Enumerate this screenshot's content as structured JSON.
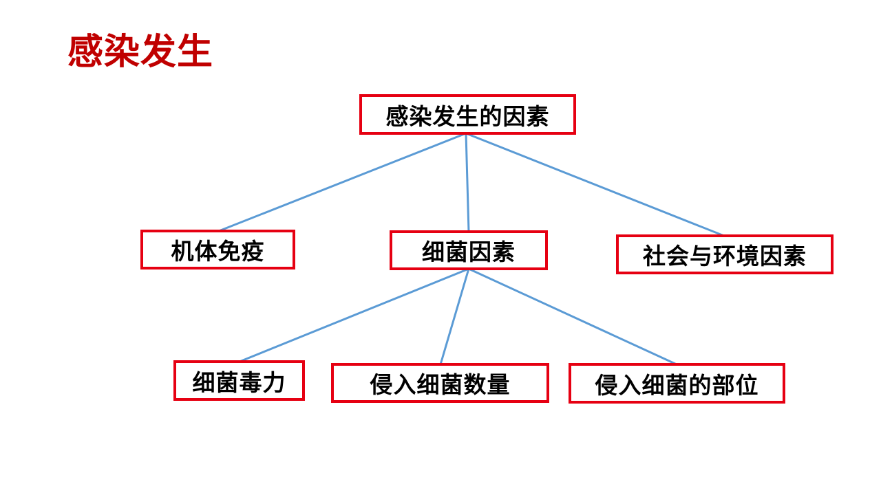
{
  "title": "感染发生",
  "colors": {
    "title": "#c00000",
    "box_border": "#e60012",
    "connector": "#5b9bd5"
  },
  "diagram": {
    "root": {
      "label": "感染发生的因素"
    },
    "level1": [
      {
        "label": "机体免疫"
      },
      {
        "label": "细菌因素"
      },
      {
        "label": "社会与环境因素"
      }
    ],
    "level2": [
      {
        "label": "细菌毒力"
      },
      {
        "label": "侵入细菌数量"
      },
      {
        "label": "侵入细菌的部位"
      }
    ]
  }
}
